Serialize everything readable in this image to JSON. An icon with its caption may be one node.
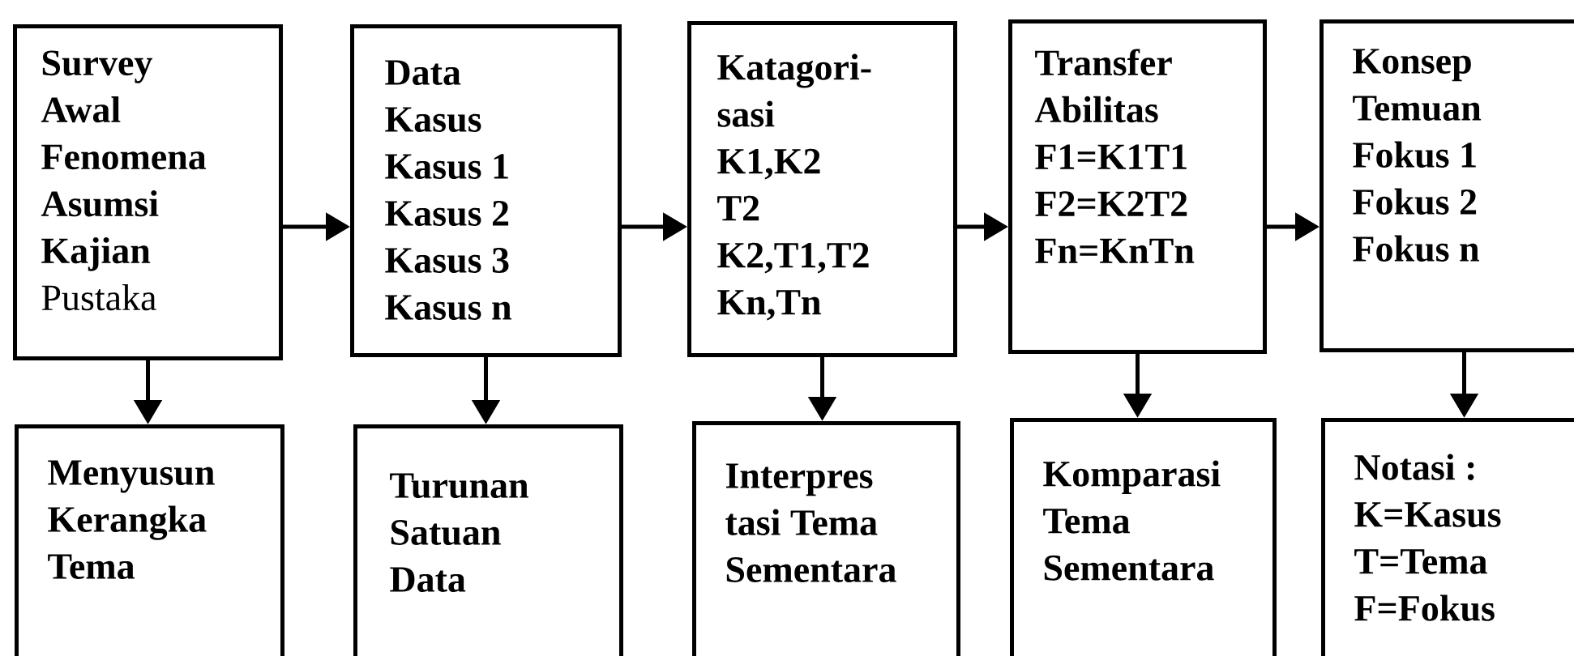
{
  "diagram": {
    "nodes": [
      {
        "text": [
          "Survey",
          "Awal",
          "Fenomena",
          "Asumsi",
          "Kajian",
          "Pustaka"
        ]
      },
      {
        "text": [
          "Data",
          "Kasus",
          "Kasus 1",
          "Kasus 2",
          "Kasus 3",
          "Kasus n"
        ]
      },
      {
        "text": [
          "Katagori-",
          "sasi",
          "K1,K2",
          "T2",
          "K2,T1,T2",
          "Kn,Tn"
        ]
      },
      {
        "text": [
          "Transfer",
          "Abilitas",
          "F1=K1T1",
          "F2=K2T2",
          "Fn=KnTn"
        ]
      },
      {
        "text": [
          "Konsep",
          "Temuan",
          "Fokus 1",
          "Fokus 2",
          "Fokus n"
        ]
      },
      {
        "text": [
          "Menyusun Kerangka Tema"
        ]
      },
      {
        "text": [
          "Turunan Satuan Data"
        ]
      },
      {
        "text": [
          "Interpres tasi Tema Sementara"
        ]
      },
      {
        "text": [
          "Komparasi Tema Sementara"
        ]
      },
      {
        "text": [
          "Notasi :",
          "K=Kasus",
          "T=Tema",
          "F=Fokus"
        ]
      }
    ],
    "edges": [
      {
        "from": 0,
        "to": 1,
        "arrow": "to"
      },
      {
        "from": 1,
        "to": 2,
        "arrow": "to"
      },
      {
        "from": 2,
        "to": 3,
        "arrow": "to"
      },
      {
        "from": 3,
        "to": 4,
        "arrow": "to"
      },
      {
        "from": 0,
        "to": 5,
        "arrow": "to"
      },
      {
        "from": 1,
        "to": 6,
        "arrow": "to"
      },
      {
        "from": 2,
        "to": 7,
        "arrow": "to"
      },
      {
        "from": 3,
        "to": 8,
        "arrow": "to"
      },
      {
        "from": 4,
        "to": 9,
        "arrow": "to"
      }
    ]
  }
}
